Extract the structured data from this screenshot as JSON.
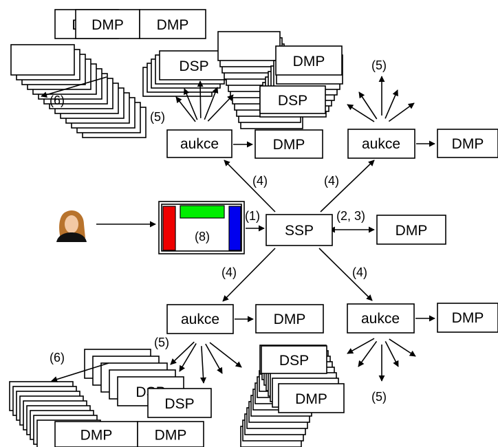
{
  "labels": {
    "ssp": "SSP",
    "auction": "aukce",
    "dmp": "DMP",
    "dsp": "DSP",
    "step1": "(1)",
    "step23": "(2, 3)",
    "step4": "(4)",
    "step5": "(5)",
    "step6": "(6)",
    "step8": "(8)"
  },
  "colors": {
    "page_red": "#ee0000",
    "page_green": "#00ee00",
    "page_blue": "#0000ee",
    "user_hair": "#b8732c",
    "user_skin": "#f3c9a4",
    "user_body": "#111111"
  }
}
